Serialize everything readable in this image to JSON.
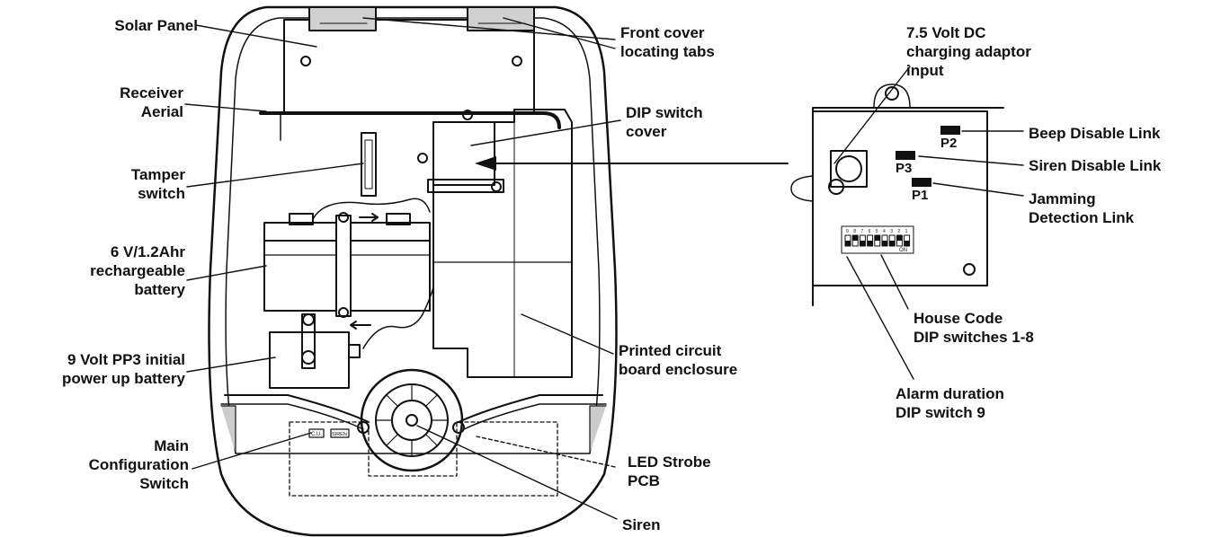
{
  "labels": {
    "solar_panel": "Solar Panel",
    "receiver_aerial": "Receiver\nAerial",
    "tamper_switch": "Tamper\nswitch",
    "battery_6v": "6 V/1.2Ahr\nrechargeable\nbattery",
    "battery_9v": "9 Volt PP3 initial\npower up battery",
    "main_config_switch": "Main\nConfiguration\nSwitch",
    "front_cover_tabs": "Front cover\nlocating tabs",
    "dip_switch_cover": "DIP switch\ncover",
    "pcb_enclosure": "Printed circuit\nboard enclosure",
    "led_strobe_pcb": "LED Strobe\nPCB",
    "siren": "Siren",
    "charging_adaptor": "7.5 Volt DC\ncharging adaptor\ninput",
    "beep_disable": "Beep Disable Link",
    "siren_disable": "Siren Disable Link",
    "jamming_detection": "Jamming\nDetection Link",
    "house_code": "House Code\nDIP switches 1-8",
    "alarm_duration": "Alarm duration\nDIP switch 9"
  },
  "board_marks": {
    "p1": "P1",
    "p2": "P2",
    "p3": "P3",
    "cu": "C.U.",
    "siren_tag": "SIREN",
    "dip_numbers": [
      "9",
      "8",
      "7",
      "6",
      "5",
      "4",
      "3",
      "2",
      "1"
    ],
    "dip_on": "ON"
  }
}
